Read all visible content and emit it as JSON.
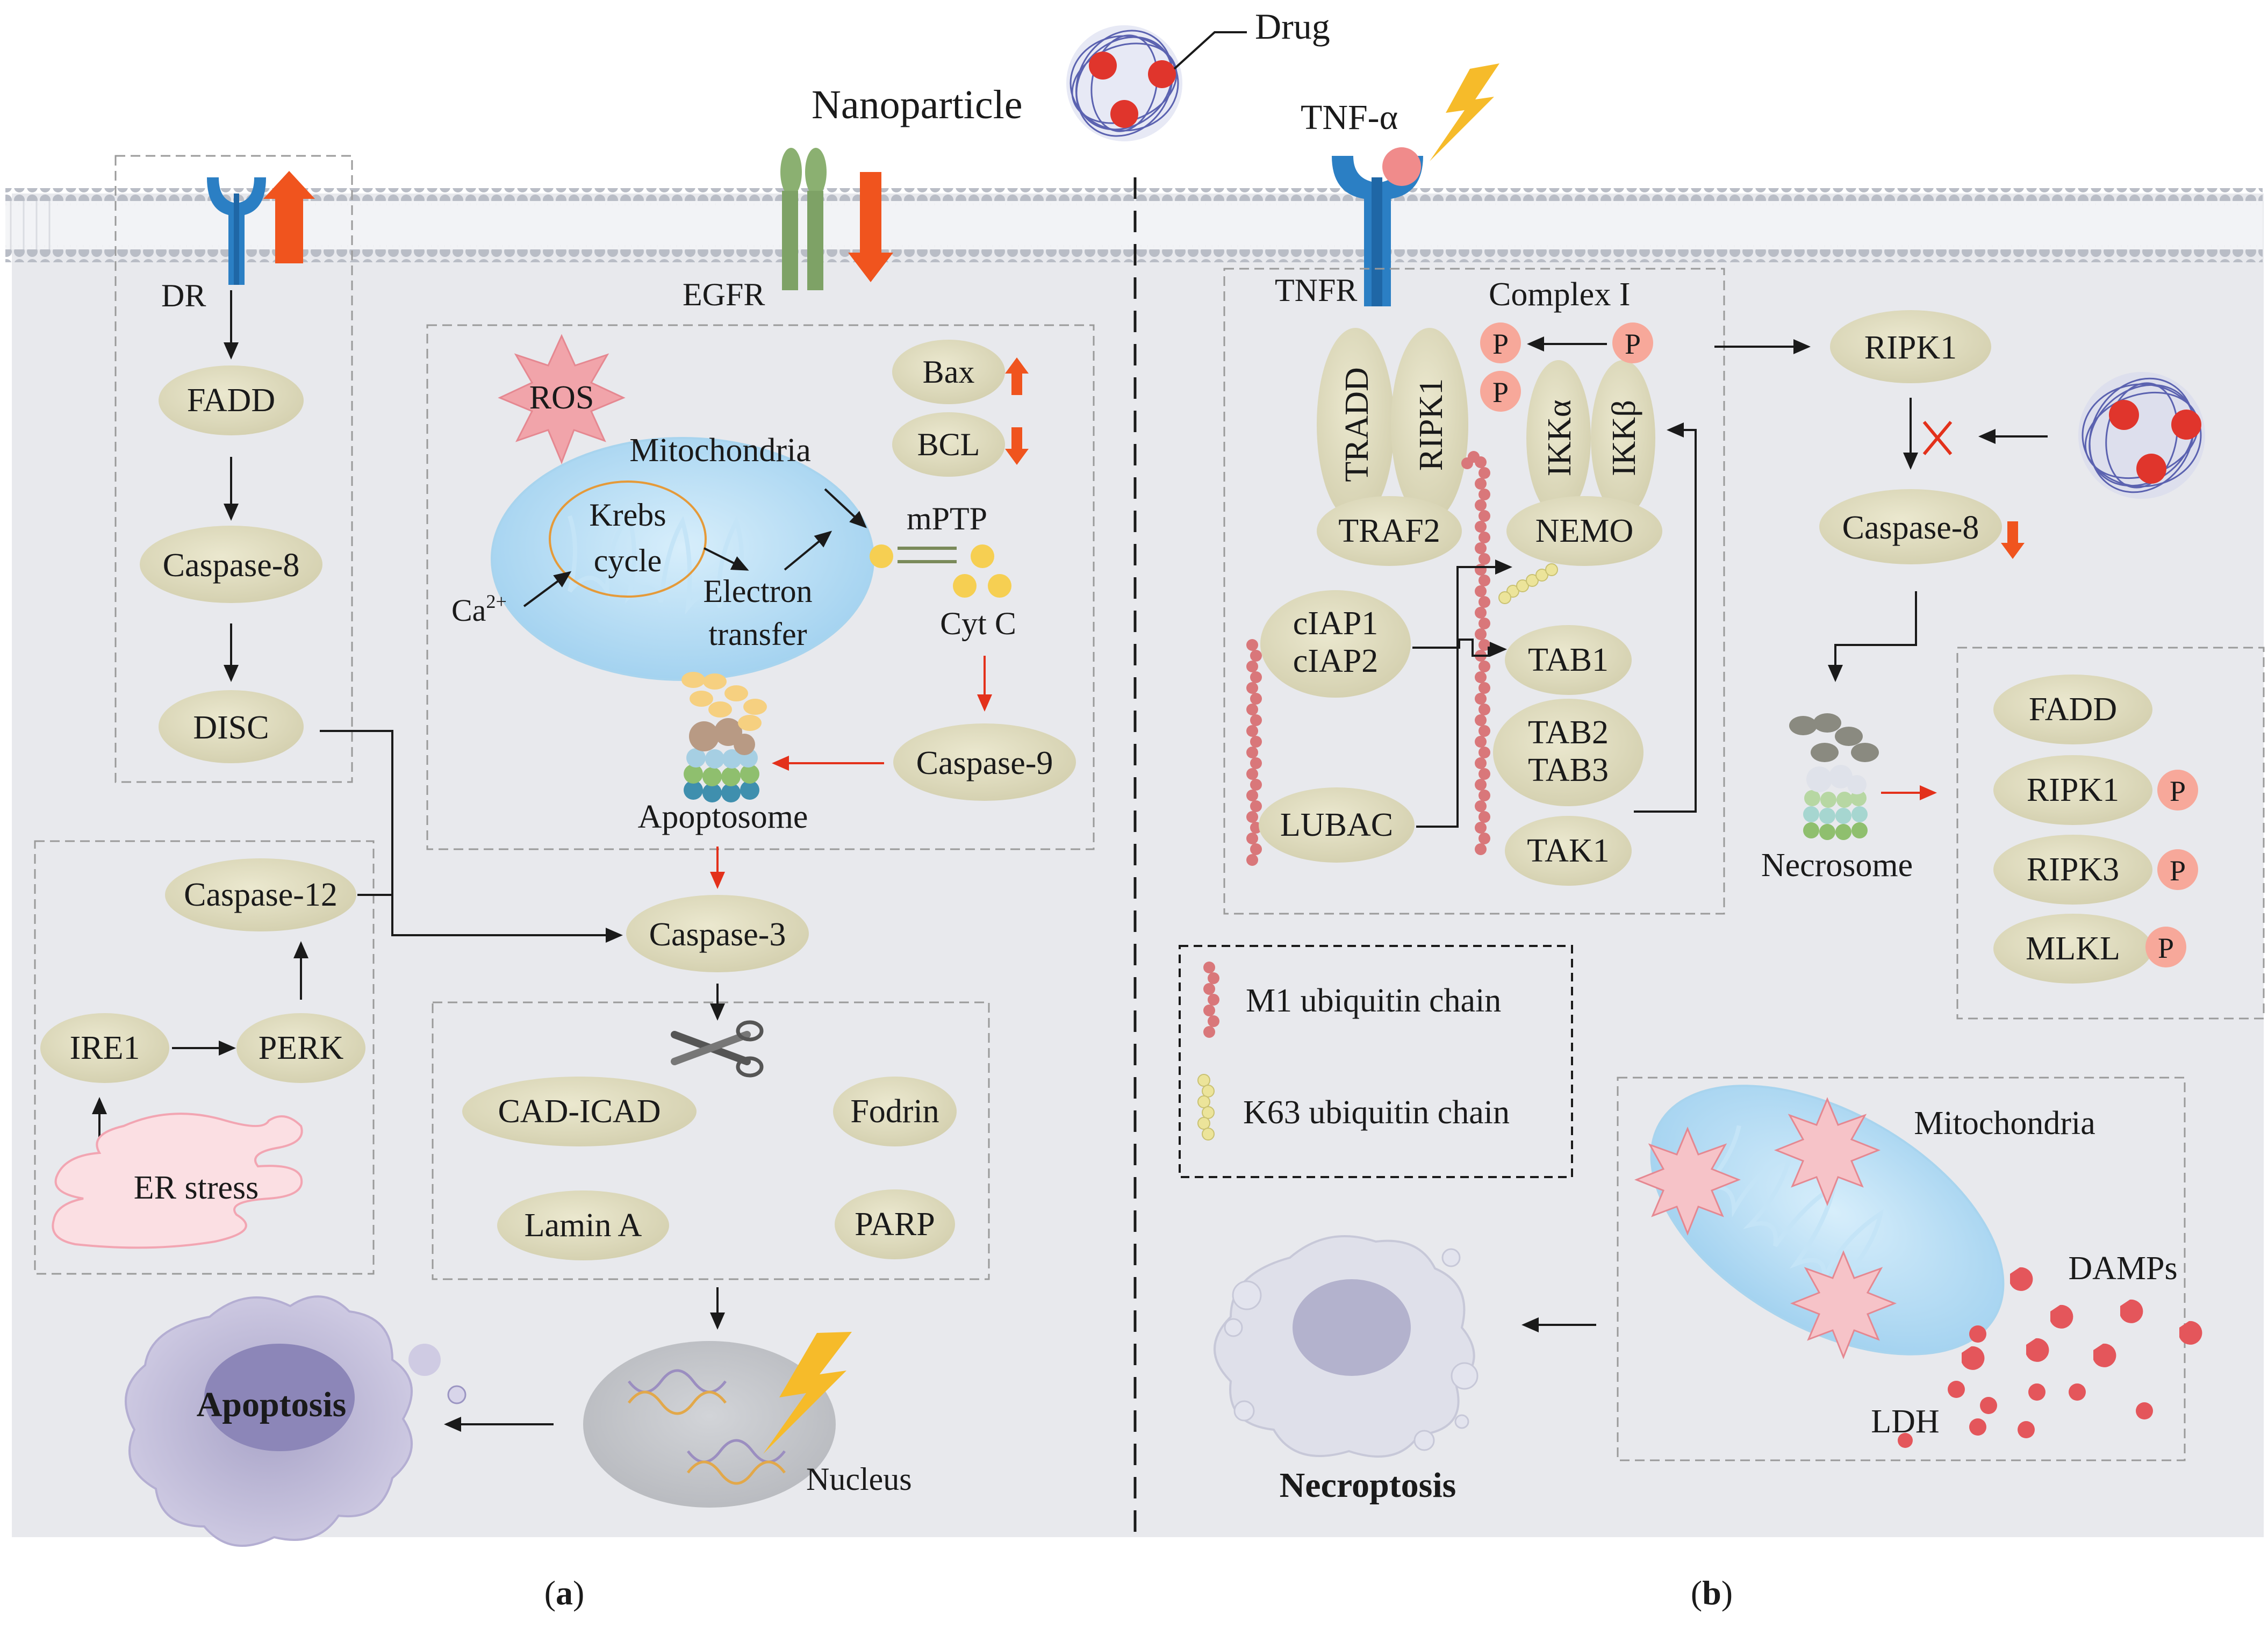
{
  "top": {
    "drug": "Drug",
    "nanoparticle": "Nanoparticle",
    "tnf": "TNF-α"
  },
  "panel_a": {
    "receptors": {
      "dr": "DR",
      "egfr": "EGFR"
    },
    "extrinsic": {
      "fadd": "FADD",
      "caspase8": "Caspase-8",
      "disc": "DISC"
    },
    "mito": {
      "ros": "ROS",
      "mitochondria": "Mitochondria",
      "krebs_line1": "Krebs",
      "krebs_line2": "cycle",
      "calcium": "Ca",
      "calcium_sup": "2+",
      "electron_line1": "Electron",
      "electron_line2": "transfer",
      "mptp": "mPTP",
      "cytc": "Cyt C",
      "bax": "Bax",
      "bcl": "BCL",
      "caspase9": "Caspase-9",
      "apoptosome": "Apoptosome"
    },
    "er": {
      "caspase12": "Caspase-12",
      "ire1": "IRE1",
      "perk": "PERK",
      "er_stress": "ER stress"
    },
    "caspase3": "Caspase-3",
    "substrates": {
      "cad_icad": "CAD-ICAD",
      "fodrin": "Fodrin",
      "lamin": "Lamin A",
      "parp": "PARP"
    },
    "nucleus": "Nucleus",
    "outcome": "Apoptosis",
    "label": "a"
  },
  "panel_b": {
    "tnfr": "TNFR",
    "complex1": "Complex I",
    "p": "P",
    "tradd": "TRADD",
    "ripk1_vertical": "RIPK1",
    "ikka": "IKKα",
    "ikkb": "IKKβ",
    "traf2": "TRAF2",
    "nemo": "NEMO",
    "ciap1": "cIAP1",
    "ciap2": "cIAP2",
    "tab1": "TAB1",
    "tab2": "TAB2",
    "tab3": "TAB3",
    "lubac": "LUBAC",
    "tak1": "TAK1",
    "ripk1": "RIPK1",
    "caspase8": "Caspase-8",
    "necrosome": "Necrosome",
    "necrosome_parts": {
      "fadd": "FADD",
      "ripk1": "RIPK1",
      "ripk3": "RIPK3",
      "mlkl": "MLKL"
    },
    "legend": {
      "m1": "M1 ubiquitin chain",
      "k63": "K63 ubiquitin chain"
    },
    "mitochondria": "Mitochondria",
    "damps": "DAMPs",
    "ldh": "LDH",
    "outcome": "Necroptosis",
    "label": "b"
  },
  "colors": {
    "cell_bg": "#e8e9ed",
    "node_fill": "#dedbbd",
    "up_down_arrow": "#f0541e",
    "red_arrow": "#e3311b",
    "receptor_blue": "#2b7fc4",
    "egfr_green": "#7ea266",
    "mito_fill": "#b8ddf3",
    "phospho": "#f7a89a",
    "ubiquitin_m1": "#d9777a",
    "ubiquitin_k63": "#ece49a"
  }
}
